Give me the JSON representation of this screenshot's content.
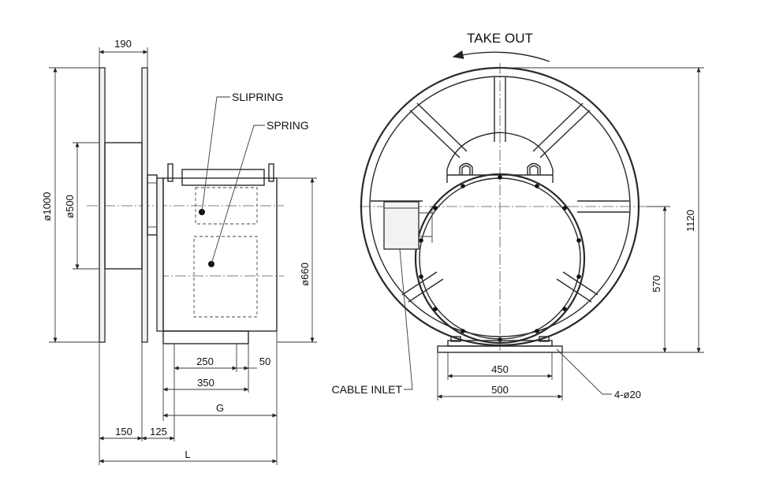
{
  "side_view": {
    "dim_top": "190",
    "dim_flange_dia": "ø1000",
    "dim_hub_dia": "ø500",
    "dim_body_dia": "ø660",
    "dim_250": "250",
    "dim_50": "50",
    "dim_350": "350",
    "dim_g": "G",
    "dim_150": "150",
    "dim_125": "125",
    "dim_l": "L",
    "label_slipring": "SLIPRING",
    "label_spring": "SPRING"
  },
  "front_view": {
    "label_take_out": "TAKE OUT",
    "label_cable_inlet": "CABLE INLET",
    "dim_450": "450",
    "dim_500": "500",
    "dim_holes": "4-ø20",
    "dim_1120": "1120",
    "dim_570": "570"
  }
}
